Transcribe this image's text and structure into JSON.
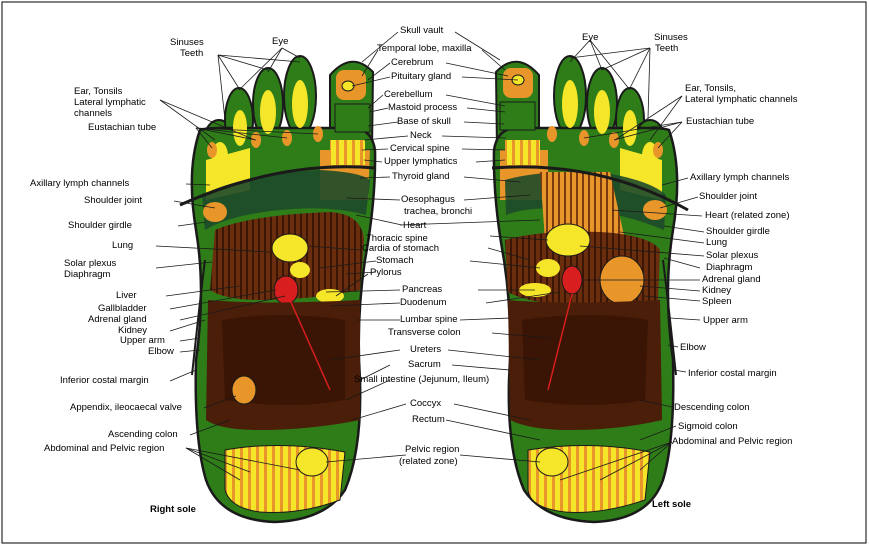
{
  "captions": {
    "right": "Right sole",
    "left": "Left sole"
  },
  "colors": {
    "green": "#2e7d18",
    "yellow": "#f6e62a",
    "orange": "#e8962a",
    "dark_brown": "#4a1e08",
    "brown": "#6a2e0e",
    "red": "#d81e1e",
    "outline": "#1a1a1a"
  },
  "center_labels": [
    "Skull vault",
    "Temporal lobe, maxilla",
    "Cerebrum",
    "Pituitary gland",
    "Cerebellum",
    "Mastoid process",
    "Base of skull",
    "Neck",
    "Cervical spine",
    "Upper lymphatics",
    "Thyroid gland",
    "Oesophagus",
    "trachea, bronchi",
    "Heart",
    "Thoracic spine",
    "Cardia of stomach",
    "Stomach",
    "Pylorus",
    "Pancreas",
    "Duodenum",
    "Lumbar spine",
    "Transverse colon",
    "Ureters",
    "Sacrum",
    "Small intestine (Jejunum, Ileum)",
    "Coccyx",
    "Rectum",
    "Pelvic region",
    "(related zone)"
  ],
  "left_labels": [
    "Sinuses",
    "Teeth",
    "Eye",
    "Ear, Tonsils",
    "Lateral lymphatic",
    "channels",
    "Eustachian tube",
    "Axillary lymph channels",
    "Shoulder joint",
    "Shoulder girdle",
    "Lung",
    "Solar plexus",
    "Diaphragm",
    "Liver",
    "Gallbladder",
    "Adrenal gland",
    "Kidney",
    "Upper arm",
    "Elbow",
    "Inferior costal margin",
    "Appendix, ileocaecal valve",
    "Ascending colon",
    "Abdominal and Pelvic region"
  ],
  "right_labels": [
    "Eye",
    "Sinuses",
    "Teeth",
    "Ear, Tonsils,",
    "Lateral lymphatic channels",
    "Eustachian tube",
    "Axillary lymph channels",
    "Shoulder joint",
    "Heart (related zone)",
    "Shoulder girdle",
    "Lung",
    "Solar plexus",
    "Diaphragm",
    "Adrenal gland",
    "Kidney",
    "Spleen",
    "Upper arm",
    "Elbow",
    "Inferior costal margin",
    "Descending colon",
    "Sigmoid colon",
    "Abdominal and Pelvic region"
  ]
}
